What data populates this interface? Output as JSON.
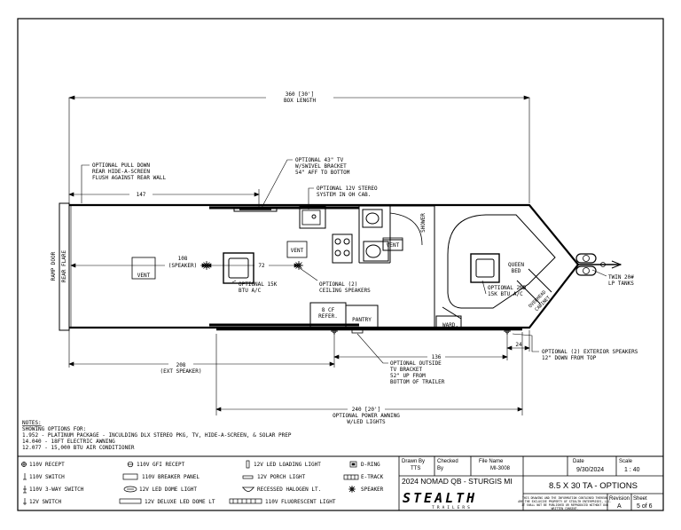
{
  "dimensions": {
    "box_length": "360 [30']",
    "box_length_label": "BOX LENGTH",
    "d147": "147",
    "d108": "108",
    "d108_note": "(SPEAKER)",
    "d72": "72",
    "d208": "208",
    "d208_note": "(EXT SPEAKER)",
    "d136": "136",
    "d24": "24",
    "d240": "240 [20']",
    "d240_note1": "OPTIONAL POWER AWNING",
    "d240_note2": "W/LED LIGHTS"
  },
  "callouts": {
    "pull_down": [
      "OPTIONAL PULL DOWN",
      "REAR HIDE-A-SCREEN",
      "FLUSH AGAINST REAR WALL"
    ],
    "tv": [
      "OPTIONAL 43\" TV",
      "W/SWIVEL BRACKET",
      "54\" AFF TO BOTTOM"
    ],
    "stereo": [
      "OPTIONAL 12V STEREO",
      "SYSTEM IN OH CAB."
    ],
    "ac15": [
      "OPTIONAL 15K",
      "BTU A/C"
    ],
    "ceiling_speakers": [
      "OPTIONAL (2)",
      "CEILING SPEAKERS"
    ],
    "ac2nd": [
      "OPTIONAL 2ND",
      "15K BTU A/C"
    ],
    "lp_tanks": [
      "TWIN 20#",
      "LP TANKS"
    ],
    "outside_tv": [
      "OPTIONAL OUTSIDE",
      "TV BRACKET",
      "52\" UP FROM",
      "BOTTOM OF TRAILER"
    ],
    "ext_speakers": [
      "OPTIONAL (2) EXTERIOR SPEAKERS",
      "12\" DOWN FROM TOP"
    ]
  },
  "rooms": {
    "ramp_door": "RAMP DOOR",
    "rear_flare": "REAR FLARE",
    "vent1": "VENT",
    "vent2": "VENT",
    "vent3": "VENT",
    "shower": "SHOWER",
    "queen_bed": [
      "QUEEN",
      "BED"
    ],
    "overhead_cabinet": [
      "OVERHEAD",
      "CABINET"
    ],
    "refer": [
      "8 CF",
      "REFER."
    ],
    "pantry": "PANTRY",
    "ward": "WARD."
  },
  "notes": {
    "title": "NOTES:",
    "lines": [
      "SHOWING OPTIONS FOR:",
      "1.952 - PLATINUM PACKAGE - INCULDING DLX STEREO PKG, TV, HIDE-A-SCREEN, & SOLAR PREP",
      "14.040 - 18FT ELECTRIC AWNING",
      "12.077 - 15,000 BTU AIR CONDITIONER"
    ]
  },
  "legend": [
    [
      "110V RECEPT",
      "110V SWITCH",
      "110V 3-WAY SWITCH",
      "12V  SWITCH"
    ],
    [
      "110V GFI RECEPT",
      "110V BREAKER PANEL",
      "12V LED DOME LIGHT",
      "12V DELUXE LED DOME LT"
    ],
    [
      "12V LED LOADING LIGHT",
      "12V  PORCH LIGHT",
      "RECESSED HALOGEN LT.",
      "110V FLUORESCENT LIGHT"
    ],
    [
      "D-RING",
      "E-TRACK",
      "SPEAKER"
    ]
  ],
  "title_block": {
    "drawn_by_label": "Drawn By",
    "drawn_by": "TTS",
    "checked_label": "Checked",
    "checked_by": "By",
    "file_name_label": "File Name",
    "file_name": "MI-3008",
    "date_label": "Date",
    "date": "9/30/2024",
    "scale_label": "Scale",
    "scale": "1 : 40",
    "model": "2024 NOMAD QB - STURGIS MI",
    "size": "8.5 X 30 TA - OPTIONS",
    "revision_label": "Revision",
    "revision": "A",
    "sheet_label": "Sheet",
    "sheet": "5 of 6",
    "logo": "STEALTH",
    "logo_sub": "TRAILERS",
    "disclaimer": [
      "THIS DRAWING AND THE INFORMATION CONTAINED THEREON",
      "ARE THE EXCLUSIVE PROPERTY OF STEALTH ENTERPRISES, LLC.",
      "IT SHALL NOT BE PUBLISHED OR REPRODUCED WITHOUT OUR",
      "WRITTEN CONSENT."
    ]
  }
}
